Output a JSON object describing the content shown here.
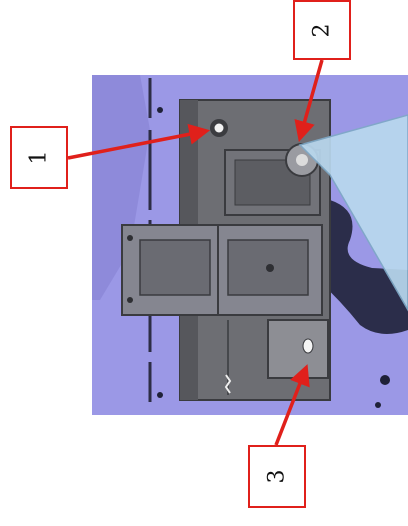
{
  "callouts": [
    {
      "label": "1"
    },
    {
      "label": "2"
    },
    {
      "label": "3"
    }
  ],
  "colors": {
    "background_panel": "#9b98e6",
    "bracket_dark": "#5f6064",
    "bracket_mid": "#7c7d82",
    "callout_red": "#e0201b",
    "beam_light_blue": "#b9d8ee"
  }
}
